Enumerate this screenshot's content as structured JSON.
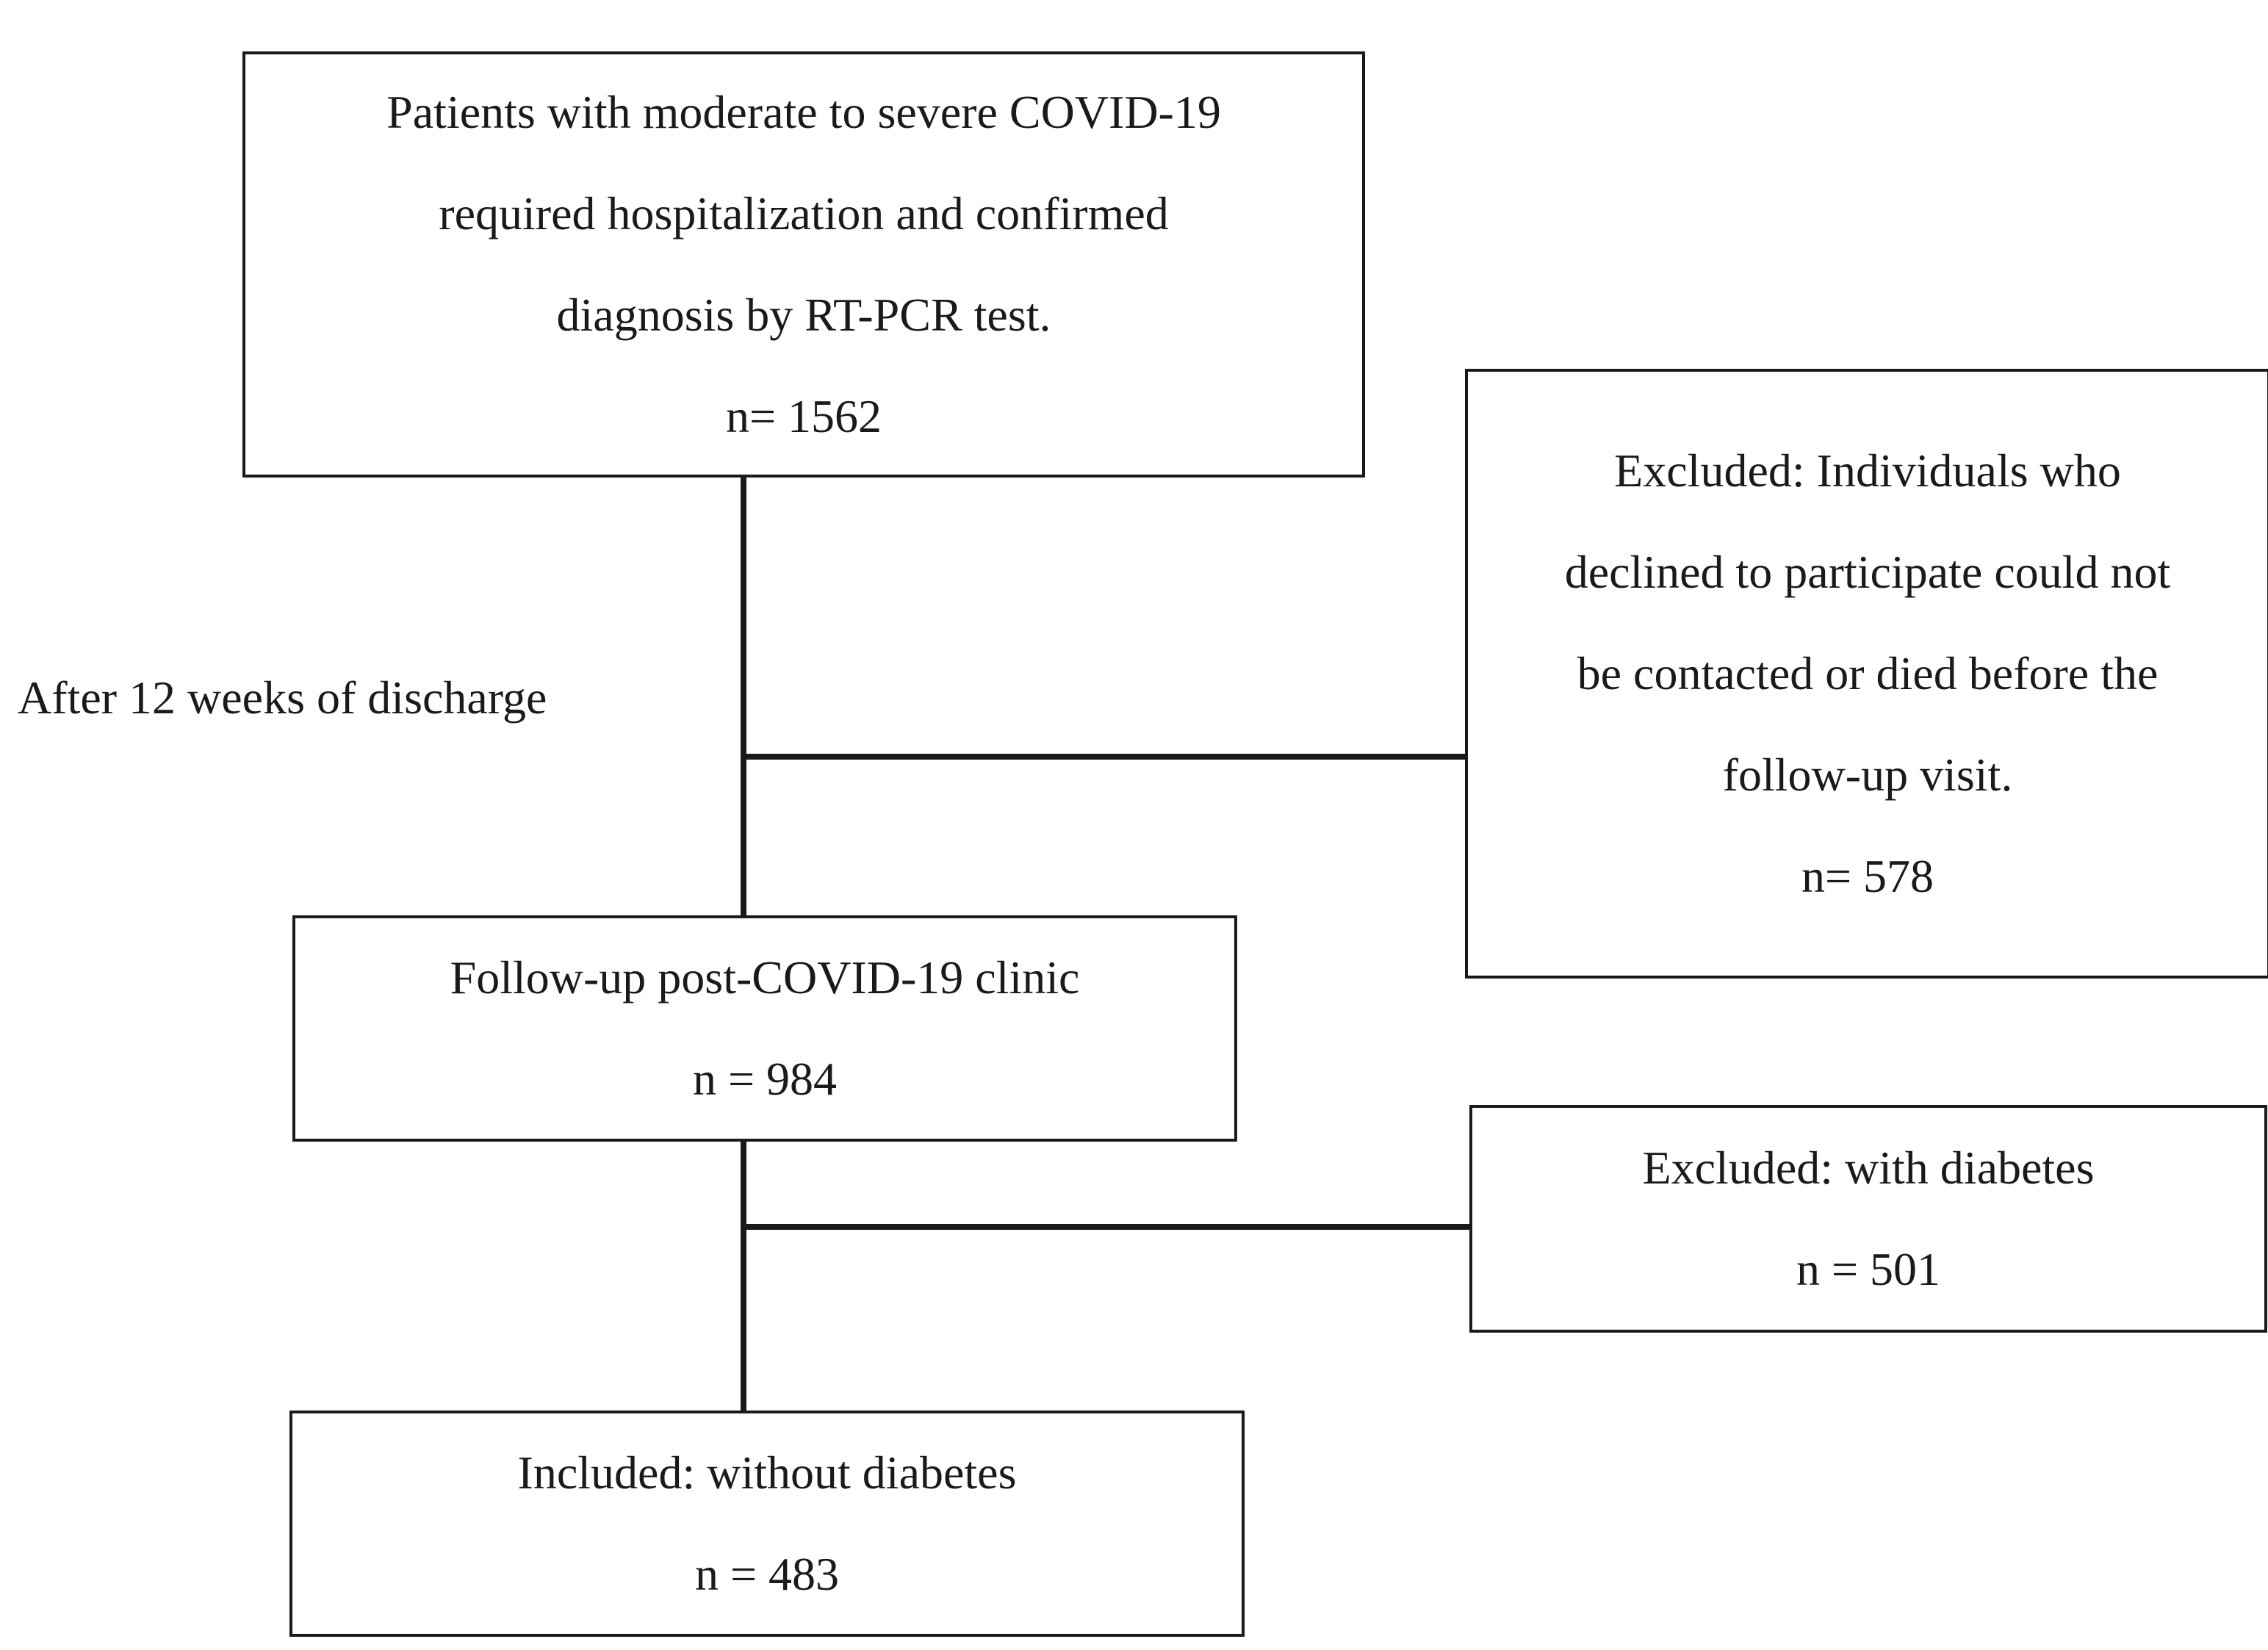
{
  "flowchart": {
    "patients_box": {
      "lines": [
        "Patients with moderate to severe COVID-19",
        "required hospitalization and confirmed",
        "diagnosis by RT-PCR test."
      ],
      "count": "n= 1562"
    },
    "timing_label": "After 12 weeks of discharge",
    "excluded_contact_box": {
      "lines": [
        "Excluded: Individuals who",
        "declined to participate could not",
        "be contacted or died before the",
        "follow-up visit."
      ],
      "count": "n= 578"
    },
    "followup_box": {
      "title": "Follow-up post-COVID-19 clinic",
      "count": "n = 984"
    },
    "excluded_diabetes_box": {
      "title": "Excluded: with diabetes",
      "count": "n = 501"
    },
    "included_box": {
      "title": "Included: without diabetes",
      "count": "n = 483"
    }
  }
}
